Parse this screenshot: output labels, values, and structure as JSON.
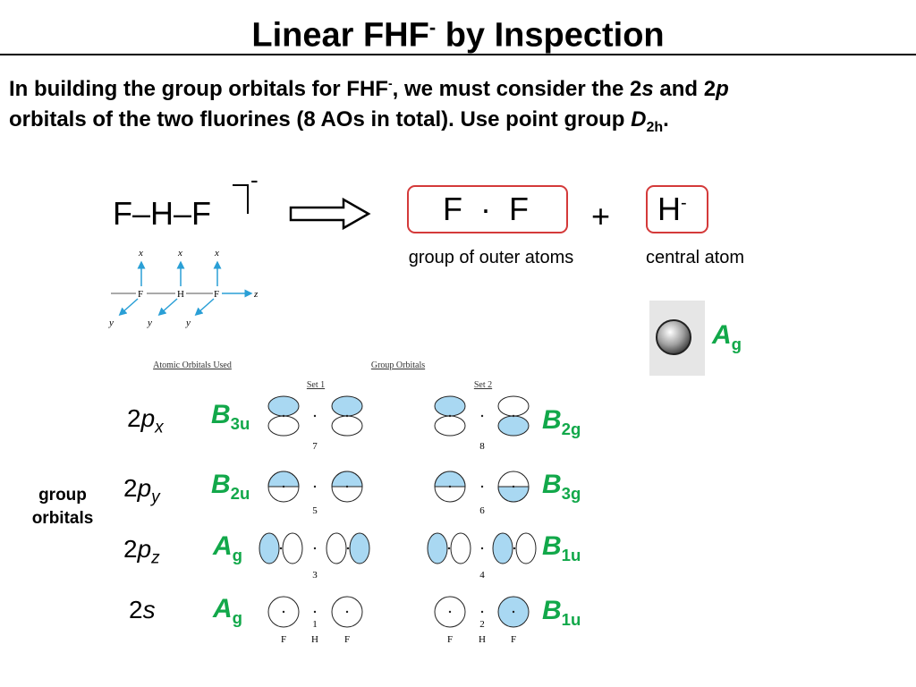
{
  "title": {
    "main": "Linear FHF",
    "sup": "-",
    "rest": " by Inspection"
  },
  "intro": {
    "p1": "In building the group orbitals for FHF",
    "p1sup": "-",
    "p2": ", we must consider the 2",
    "s": "s",
    "p3": " and 2",
    "p": "p",
    "p4": "orbitals of the two fluorines (8 AOs in total). Use point group ",
    "D": "D",
    "sub": "2h",
    "end": "."
  },
  "equation": {
    "molecule": "F–H–F",
    "charge": "-",
    "outer_group": "F  ·  F",
    "plus": "+",
    "central": "H",
    "central_sup": "-",
    "outer_caption": "group of outer atoms",
    "central_caption": "central atom"
  },
  "axes": {
    "x": "x",
    "y": "y",
    "z": "z",
    "atoms": [
      "F",
      "H",
      "F"
    ]
  },
  "central_orbital": {
    "label": "A",
    "sub": "g",
    "color": "#12a84a"
  },
  "table": {
    "header_left": "Atomic Orbitals Used",
    "header_right": "Group Orbitals",
    "set1": "Set 1",
    "set2": "Set 2",
    "side_label_1": "group",
    "side_label_2": "orbitals",
    "rows": [
      {
        "orb": "2",
        "letter": "p",
        "sub": "x",
        "sym1": "B",
        "sym1sub": "3u",
        "n1": "7",
        "sym2": "B",
        "sym2sub": "2g",
        "n2": "8"
      },
      {
        "orb": "2",
        "letter": "p",
        "sub": "y",
        "sym1": "B",
        "sym1sub": "2u",
        "n1": "5",
        "sym2": "B",
        "sym2sub": "3g",
        "n2": "6"
      },
      {
        "orb": "2",
        "letter": "p",
        "sub": "z",
        "sym1": "A",
        "sym1sub": "g",
        "n1": "3",
        "sym2": "B",
        "sym2sub": "1u",
        "n2": "4"
      },
      {
        "orb": "2",
        "letter": "s",
        "sub": "",
        "sym1": "A",
        "sym1sub": "g",
        "n1": "1",
        "sym2": "B",
        "sym2sub": "1u",
        "n2": "2"
      }
    ],
    "bottom_atoms": [
      "F",
      "H",
      "F"
    ]
  },
  "colors": {
    "accent": "#12a84a",
    "box": "#d43a3a",
    "lobe": "#a9d8f2",
    "arrow": "#2a9fd6"
  }
}
